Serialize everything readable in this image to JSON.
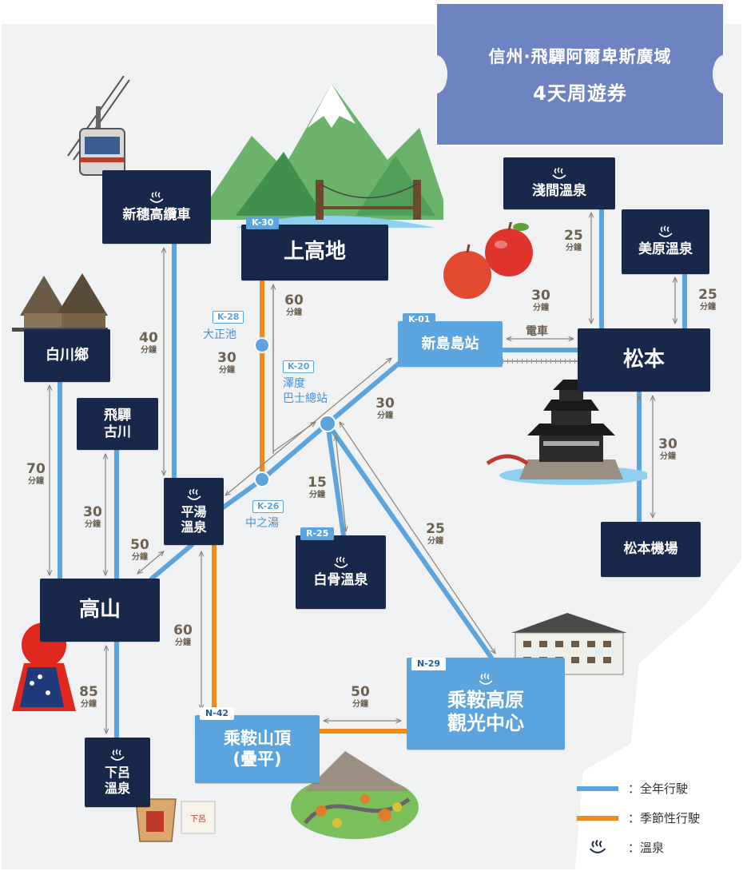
{
  "title": {
    "line1": "信州·飛驒阿爾卑斯廣域",
    "line2": "4天周遊券"
  },
  "colors": {
    "year_round": "#5ba4de",
    "seasonal": "#f0891e",
    "station": "#17284a",
    "station_light": "#5ba4de",
    "time_text": "#6d6252",
    "background": "#f0f1f3"
  },
  "stations": {
    "shinhotaka": {
      "name": "新穗高纜車",
      "onsen": true
    },
    "kamikochi": {
      "name": "上高地",
      "code": "K-30"
    },
    "asama": {
      "name": "淺間溫泉",
      "onsen": true
    },
    "utsukushigahara": {
      "name": "美原溫泉",
      "onsen": true
    },
    "shirakawago": {
      "name": "白川鄉"
    },
    "hida_furukawa": {
      "line1": "飛驒",
      "line2": "古川"
    },
    "shin_shimashima": {
      "name": "新島島站",
      "code": "K-01"
    },
    "matsumoto": {
      "name": "松本"
    },
    "hirayu": {
      "line1": "平湯",
      "line2": "溫泉",
      "onsen": true
    },
    "takayama": {
      "name": "高山"
    },
    "shirahone": {
      "name": "白骨溫泉",
      "code": "R-25",
      "onsen": true
    },
    "matsumoto_airport": {
      "name": "松本機場"
    },
    "norikura_kogen": {
      "line1": "乘鞍高原",
      "line2": "觀光中心",
      "code": "N-29",
      "onsen": true
    },
    "norikura_sancho": {
      "line1": "乘鞍山頂",
      "line2": "(疊平)",
      "code": "N-42"
    },
    "gero": {
      "line1": "下呂",
      "line2": "溫泉",
      "onsen": true
    }
  },
  "stops": {
    "taisho": {
      "code": "K-28",
      "name": "大正池"
    },
    "sawando": {
      "code": "K-20",
      "line1": "澤度",
      "line2": "巴士總站"
    },
    "nakanoyu": {
      "code": "K-26",
      "name": "中之湯"
    }
  },
  "train_label": "電車",
  "times": [
    {
      "minutes": "25",
      "unit": "分鐘"
    },
    {
      "minutes": "25",
      "unit": "分鐘"
    },
    {
      "minutes": "30",
      "unit": "分鐘"
    },
    {
      "minutes": "40",
      "unit": "分鐘"
    },
    {
      "minutes": "60",
      "unit": "分鐘"
    },
    {
      "minutes": "30",
      "unit": "分鐘"
    },
    {
      "minutes": "30",
      "unit": "分鐘"
    },
    {
      "minutes": "70",
      "unit": "分鐘"
    },
    {
      "minutes": "30",
      "unit": "分鐘"
    },
    {
      "minutes": "30",
      "unit": "分鐘"
    },
    {
      "minutes": "15",
      "unit": "分鐘"
    },
    {
      "minutes": "50",
      "unit": "分鐘"
    },
    {
      "minutes": "25",
      "unit": "分鐘"
    },
    {
      "minutes": "60",
      "unit": "分鐘"
    },
    {
      "minutes": "85",
      "unit": "分鐘"
    },
    {
      "minutes": "50",
      "unit": "分鐘"
    }
  ],
  "legend": {
    "year_round": "：全年行駛",
    "seasonal": "：季節性行駛",
    "onsen": "：溫泉",
    "onsen_icon": "hot-spring-icon"
  }
}
